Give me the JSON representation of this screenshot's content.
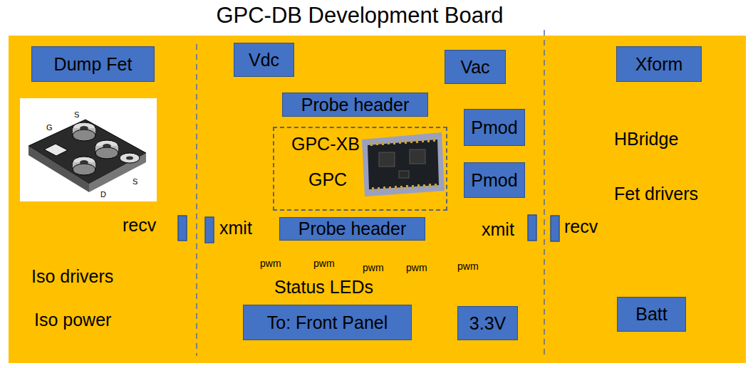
{
  "diagram": {
    "title": "GPC-DB Development Board",
    "nodes": [
      {
        "text": [
          "Dump Fet"
        ]
      },
      {
        "text": [
          "Vdc"
        ]
      },
      {
        "text": [
          "Vac"
        ]
      },
      {
        "text": [
          "Xform"
        ]
      },
      {
        "text": [
          "Probe header"
        ]
      },
      {
        "text": [
          "GPC-XB",
          "GPC"
        ]
      },
      {
        "text": [
          "Pmod"
        ]
      },
      {
        "text": [
          "Pmod"
        ]
      },
      {
        "text": [
          "Probe header"
        ]
      },
      {
        "text": [
          "To: Front Panel"
        ]
      },
      {
        "text": [
          "3.3V"
        ]
      },
      {
        "text": [
          "Batt"
        ]
      }
    ],
    "edges": [],
    "labels": [
      "S",
      "G",
      "S",
      "D",
      "recv",
      "xmit",
      "xmit",
      "recv",
      "HBridge",
      "Fet drivers",
      "Iso drivers",
      "Iso power",
      "pwm",
      "pwm",
      "pwm",
      "pwm",
      "pwm",
      "Status LEDs"
    ]
  }
}
